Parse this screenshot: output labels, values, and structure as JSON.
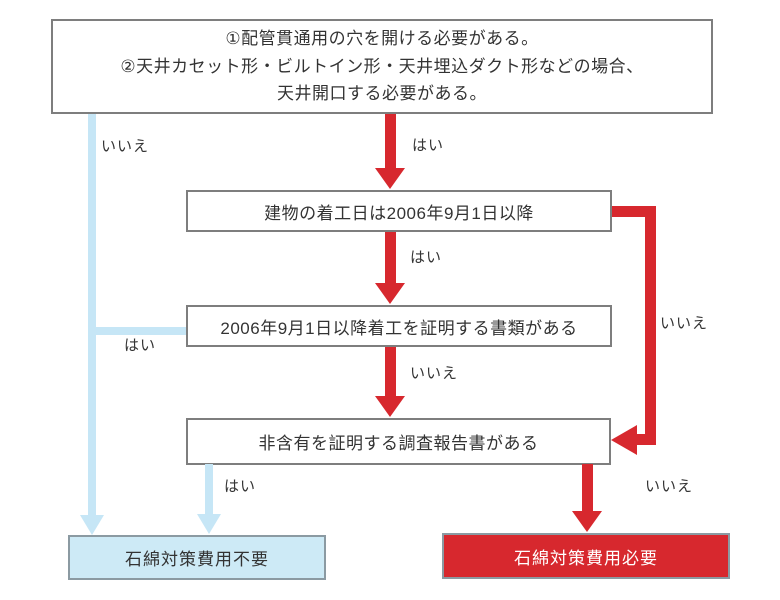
{
  "flowchart": {
    "title_box": {
      "line1": "①配管貫通用の穴を開ける必要がある。",
      "line2": "②天井カセット形・ビルトイン形・天井埋込ダクト形などの場合、",
      "line3": "天井開口する必要がある。"
    },
    "decision_boxes": {
      "start_date": "建物の着工日は2006年9月1日以降",
      "proof_documents": "2006年9月1日以降着工を証明する書類がある",
      "survey_report": "非含有を証明する調査報告書がある"
    },
    "results": {
      "not_required": "石綿対策費用不要",
      "required": "石綿対策費用必要"
    },
    "labels": {
      "yes": "はい",
      "no": "いいえ"
    },
    "colors": {
      "red": "#d7282e",
      "light_blue": "#c6e6f6",
      "blue_result_bg": "#cdeaf6",
      "red_result_bg": "#d7282e",
      "box_border": "#7e7e7e",
      "result_border": "#8b9aa2",
      "text": "#333333"
    }
  }
}
